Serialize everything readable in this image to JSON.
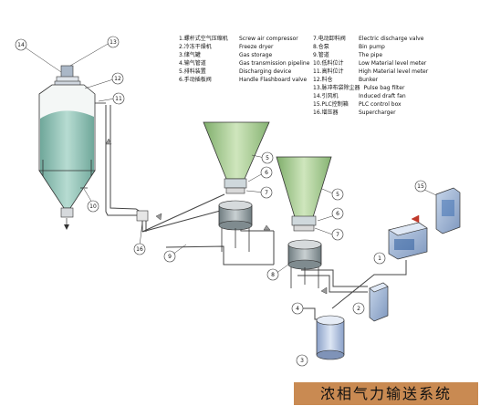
{
  "legend_left": [
    {
      "zh": "1.螺杆式空气压缩机",
      "en": "Screw air compressor"
    },
    {
      "zh": "2.冷冻干燥机",
      "en": "Freeze dryer"
    },
    {
      "zh": "3.储气罐",
      "en": "Gas storage"
    },
    {
      "zh": "4.输气管道",
      "en": "Gas transmission pipeline"
    },
    {
      "zh": "5.排料装置",
      "en": "Discharging device"
    },
    {
      "zh": "6.手动插板阀",
      "en": "Handle Flashboard valve"
    }
  ],
  "legend_right": [
    {
      "zh": "7.电动卸料阀",
      "en": "Electric discharge valve"
    },
    {
      "zh": "8.仓泵",
      "en": "Bin pump"
    },
    {
      "zh": "9.管道",
      "en": "The pipe"
    },
    {
      "zh": "10.低料位计",
      "en": "Low Material level meter"
    },
    {
      "zh": "11.高料位计",
      "en": "High Material level meter"
    },
    {
      "zh": "12.料仓",
      "en": "Bunker"
    },
    {
      "zh": "13.脉冲布袋除尘器",
      "en": "Pulse bag filter"
    },
    {
      "zh": "14.引风机",
      "en": "Induced draft fan"
    },
    {
      "zh": "15.PLC控制箱",
      "en": "PLC control box"
    },
    {
      "zh": "16.增压器",
      "en": "Supercharger"
    }
  ],
  "callouts": {
    "n1": "1",
    "n2": "2",
    "n3": "3",
    "n4": "4",
    "n5a": "5",
    "n5b": "5",
    "n6a": "6",
    "n6b": "6",
    "n7a": "7",
    "n7b": "7",
    "n8": "8",
    "n9": "9",
    "n10": "10",
    "n11": "11",
    "n12": "12",
    "n13": "13",
    "n14": "14",
    "n15": "15",
    "n16": "16"
  },
  "title": "浓相气力输送系统",
  "colors": {
    "silo_fill": "#8cc2b6",
    "hopper_green": "#a7c98f",
    "pump_gray": "#9aa3a7",
    "equipment_blue": "#9fb6d6",
    "title_bar": "#c98a52"
  }
}
